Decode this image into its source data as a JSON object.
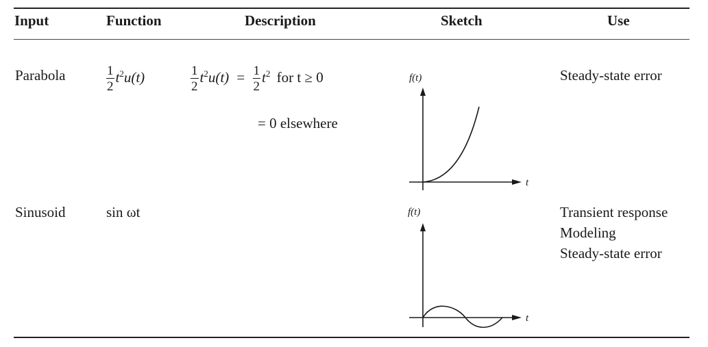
{
  "headers": {
    "input": "Input",
    "function": "Function",
    "description": "Description",
    "sketch": "Sketch",
    "use": "Use"
  },
  "rows": [
    {
      "input": "Parabola",
      "function": {
        "frac_num": "1",
        "frac_den": "2",
        "t": "t",
        "exp": "2",
        "tail": "u(t)"
      },
      "description": {
        "line1_lhs_t": "t",
        "line1_lhs_exp": "2",
        "line1_lhs_tail": "u(t)",
        "eq": "=",
        "line1_rhs_t": "t",
        "line1_rhs_exp": "2",
        "line1_cond": "for t ≥ 0",
        "line2": "= 0 elsewhere"
      },
      "sketch": {
        "y_label": "f(t)",
        "x_label": "t",
        "curve": "parabola"
      },
      "use": [
        "Steady-state error"
      ]
    },
    {
      "input": "Sinusoid",
      "function": {
        "text": "sin ωt"
      },
      "description": null,
      "sketch": {
        "y_label": "f(t)",
        "x_label": "t",
        "curve": "sine"
      },
      "use": [
        "Transient response",
        "Modeling",
        "Steady-state error"
      ]
    }
  ],
  "colors": {
    "ink": "#1a1a1a",
    "rule": "#222222"
  }
}
